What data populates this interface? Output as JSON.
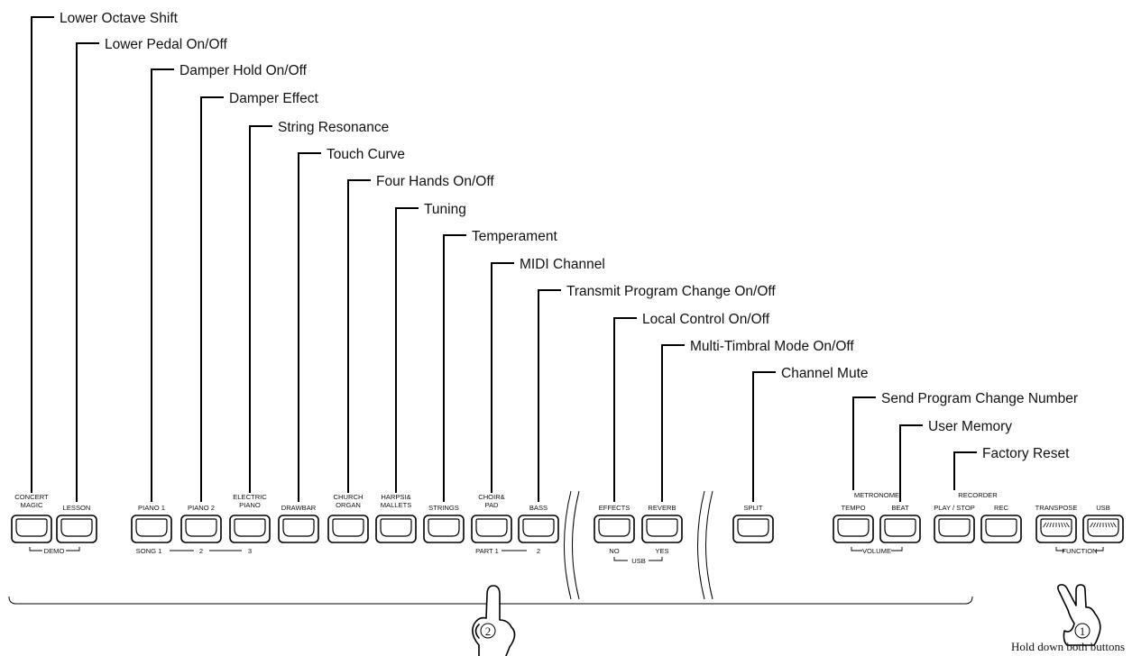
{
  "functions": [
    "Lower Octave Shift",
    "Lower Pedal On/Off",
    "Damper Hold On/Off",
    "Damper Effect",
    "String Resonance",
    "Touch Curve",
    "Four Hands On/Off",
    "Tuning",
    "Temperament",
    "MIDI Channel",
    "Transmit Program Change On/Off",
    "Local Control On/Off",
    "Multi-Timbral Mode On/Off",
    "Channel Mute",
    "Send Program Change Number",
    "User Memory",
    "Factory Reset"
  ],
  "buttons": [
    {
      "label": "CONCERT\nMAGIC"
    },
    {
      "label": "LESSON"
    },
    {
      "label": "PIANO 1"
    },
    {
      "label": "PIANO 2"
    },
    {
      "label": "ELECTRIC\nPIANO"
    },
    {
      "label": "DRAWBAR"
    },
    {
      "label": "CHURCH\nORGAN"
    },
    {
      "label": "HARPSI&\nMALLETS"
    },
    {
      "label": "STRINGS"
    },
    {
      "label": "CHOIR&\nPAD"
    },
    {
      "label": "BASS"
    },
    {
      "label": "EFFECTS"
    },
    {
      "label": "REVERB"
    },
    {
      "label": "SPLIT"
    },
    {
      "label": "TEMPO"
    },
    {
      "label": "BEAT"
    },
    {
      "label": "PLAY / STOP"
    },
    {
      "label": "REC"
    },
    {
      "label": "TRANSPOSE"
    },
    {
      "label": "USB"
    }
  ],
  "group_labels": {
    "demo": "DEMO",
    "song1": "SONG 1",
    "song2": "2",
    "song3": "3",
    "part1": "PART 1",
    "part2": "2",
    "usb_no": "NO",
    "usb_yes": "YES",
    "usb": "USB",
    "metronome": "METRONOME",
    "recorder": "RECORDER",
    "volume": "VOLUME",
    "function": "FUNCTION"
  },
  "steps": {
    "step1": "1",
    "step2": "2"
  },
  "note": "Hold down both buttons"
}
